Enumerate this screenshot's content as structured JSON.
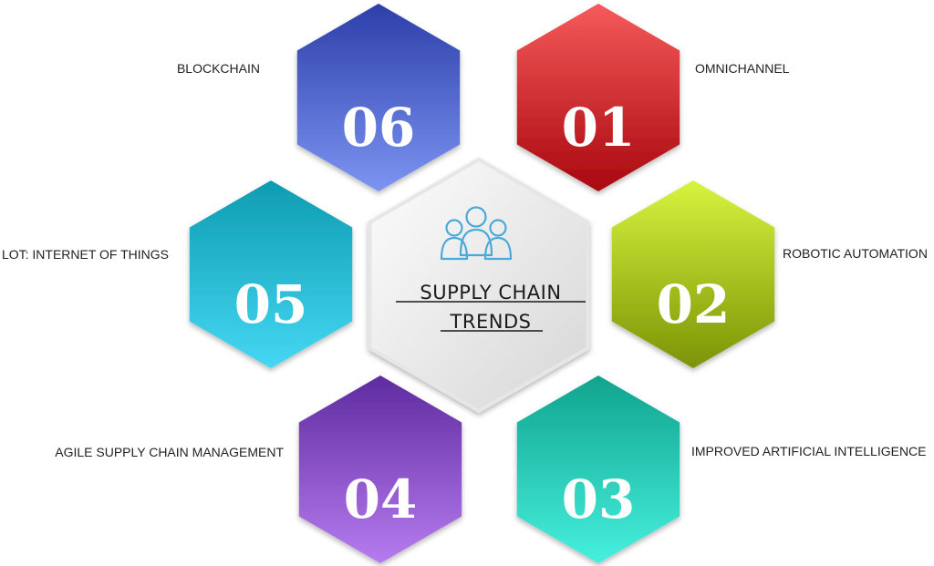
{
  "diagram": {
    "center": {
      "title_line1": "SUPPLY CHAIN",
      "title_line2": "TRENDS",
      "icon": "people-group-icon",
      "fill": [
        "#fdfdfd",
        "#d6d6d6"
      ],
      "icon_color": "#4aa9d8"
    },
    "items": [
      {
        "number": "01",
        "label": "OMNICHANNEL",
        "colors": [
          "#f65a5a",
          "#a8080f"
        ],
        "line_color": "#e23b3b"
      },
      {
        "number": "02",
        "label": "ROBOTIC AUTOMATION",
        "colors": [
          "#d8f33f",
          "#7b9405"
        ],
        "line_color": "#c6e02a"
      },
      {
        "number": "03",
        "label": "IMPROVED ARTIFICIAL INTELLIGENCE",
        "colors": [
          "#10a48e",
          "#46f0de"
        ],
        "line_color": "#18b39c"
      },
      {
        "number": "04",
        "label": "AGILE SUPPLY CHAIN MANAGEMENT",
        "colors": [
          "#5f2ba0",
          "#b67bef"
        ],
        "line_color": "#8a55cf"
      },
      {
        "number": "05",
        "label": "LOT: INTERNET OF THINGS",
        "colors": [
          "#0e9cb1",
          "#45d7f3"
        ],
        "line_color": "#34c3e2"
      },
      {
        "number": "06",
        "label": "BLOCKCHAIN",
        "colors": [
          "#2d3fa9",
          "#7c94f2"
        ],
        "line_color": "#4a5ccd"
      }
    ]
  }
}
